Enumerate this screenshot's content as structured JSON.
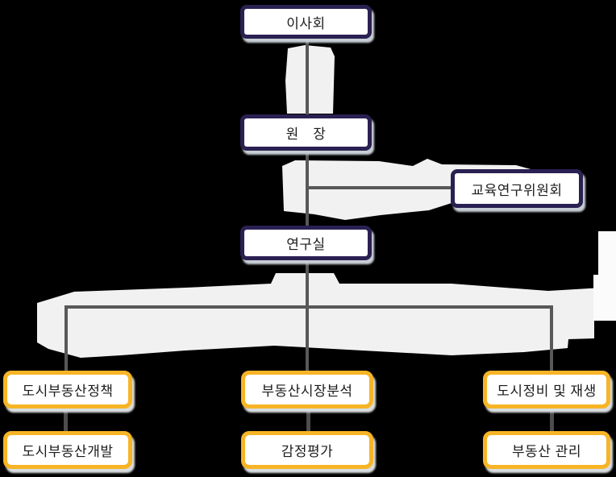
{
  "diagram": {
    "type": "organization-chart",
    "colors": {
      "background": "#000000",
      "dark_box_border": "#2a2052",
      "yellow_box_border": "#f7b425",
      "box_fill": "#ffffff",
      "connector_line": "#585858",
      "highlight_blob": "#f1f1f1",
      "right_strip": "#fbfbfb",
      "box_shadow": "#c7ced5",
      "text": "#1c1c1c"
    },
    "nodes": {
      "board": {
        "label": "이사회"
      },
      "director": {
        "label": "원　장"
      },
      "committee": {
        "label": "교육연구위원회"
      },
      "lab": {
        "label": "연구실"
      },
      "policy": {
        "label": "도시부동산정책"
      },
      "market": {
        "label": "부동산시장분석"
      },
      "renewal": {
        "label": "도시정비 및 재생"
      },
      "development": {
        "label": "도시부동산개발"
      },
      "appraisal": {
        "label": "감정평가"
      },
      "management": {
        "label": "부동산 관리"
      }
    },
    "edges": [
      {
        "from": "board",
        "to": "director"
      },
      {
        "from": "director",
        "to": "committee"
      },
      {
        "from": "director",
        "to": "lab"
      },
      {
        "from": "lab",
        "to": "policy"
      },
      {
        "from": "lab",
        "to": "market"
      },
      {
        "from": "lab",
        "to": "renewal"
      },
      {
        "from": "policy",
        "to": "development"
      },
      {
        "from": "market",
        "to": "appraisal"
      },
      {
        "from": "renewal",
        "to": "management"
      }
    ]
  }
}
